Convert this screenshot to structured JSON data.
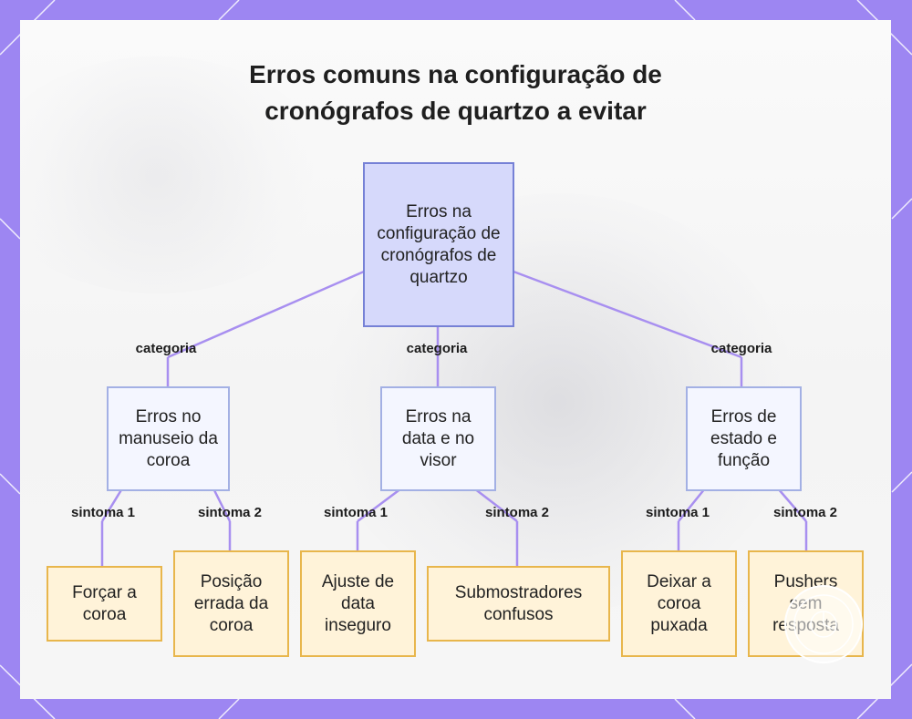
{
  "title": "Erros comuns na configuração de\ncronógrafos de quartzo a evitar",
  "colors": {
    "frame": "#9d86f2",
    "connector": "#a88ff0",
    "root_fill": "#d6d9fb",
    "category_fill": "#f4f6ff",
    "leaf_fill": "#fff3d9",
    "leaf_border": "#e8b64c"
  },
  "root": {
    "label": "Erros na configuração de cronógrafos de quartzo"
  },
  "edge_labels": {
    "category": "categoria",
    "symptom_1": "sintoma 1",
    "symptom_2": "sintoma 2"
  },
  "categories": [
    {
      "label": "Erros no manuseio da coroa",
      "symptoms": [
        {
          "label": "Forçar a coroa"
        },
        {
          "label": "Posição errada da coroa"
        }
      ]
    },
    {
      "label": "Erros na data e no visor",
      "symptoms": [
        {
          "label": "Ajuste de data inseguro"
        },
        {
          "label": "Submostradores confusos"
        }
      ]
    },
    {
      "label": "Erros de estado e função",
      "symptoms": [
        {
          "label": "Deixar a coroa puxada"
        },
        {
          "label": "Pushers sem resposta"
        }
      ]
    }
  ]
}
